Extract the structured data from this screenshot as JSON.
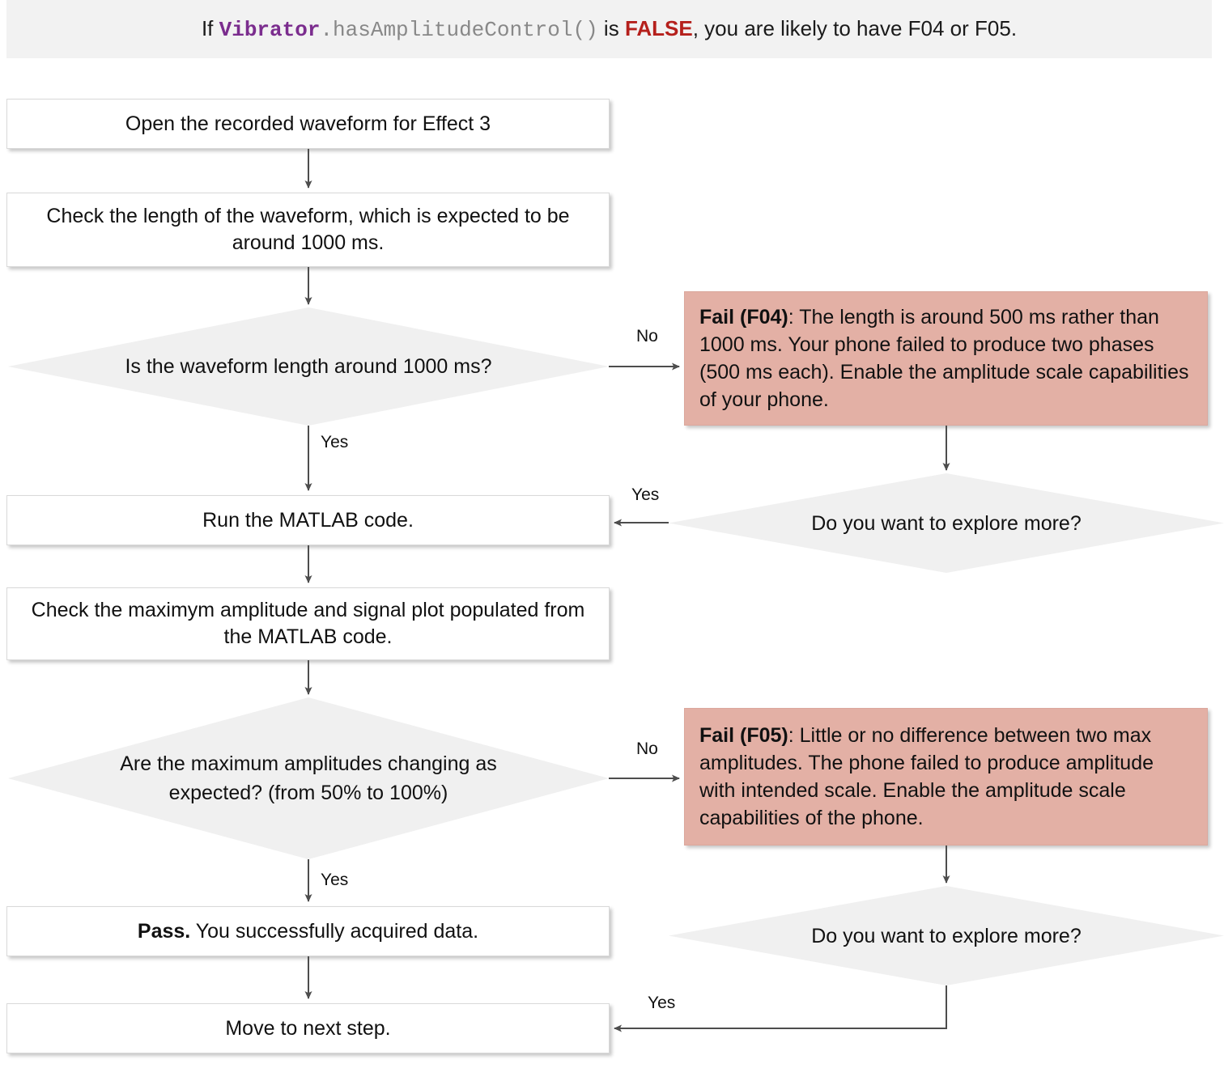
{
  "header": {
    "prefix": "If ",
    "class_name": "Vibrator",
    "method": ".hasAmplitudeControl()",
    "middle": " is ",
    "false_word": "FALSE",
    "suffix": ", you are likely to have F04 or F05.",
    "bg_color": "#f2f2f2",
    "class_color": "#7b2d8e",
    "method_color": "#888888",
    "false_color": "#b5201c"
  },
  "flow": {
    "nodes": {
      "open_waveform": {
        "text": "Open the recorded waveform for Effect 3",
        "type": "process"
      },
      "check_length": {
        "text": "Check the length of the waveform, which is expected to be around 1000 ms.",
        "type": "process"
      },
      "decision_length": {
        "text": "Is the waveform length around 1000 ms?",
        "type": "decision"
      },
      "run_matlab": {
        "text": "Run the MATLAB code.",
        "type": "process"
      },
      "check_amplitude": {
        "text": "Check the maximym amplitude and signal plot populated from the MATLAB code.",
        "type": "process"
      },
      "decision_amplitude": {
        "text": "Are the maximum amplitudes changing as expected? (from 50% to 100%)",
        "type": "decision"
      },
      "pass_node": {
        "bold": "Pass.",
        "rest": " You successfully acquired data.",
        "type": "process"
      },
      "move_next": {
        "text": "Move to next step.",
        "type": "process"
      },
      "fail_f04": {
        "bold": "Fail (F04)",
        "rest": ": The length is around 500 ms rather than 1000 ms. Your phone failed to produce two phases (500 ms each). Enable the amplitude scale capabilities of your phone.",
        "type": "fail",
        "color": "#e3b0a5"
      },
      "fail_f05": {
        "bold": "Fail (F05)",
        "rest": ": Little or no difference between two max amplitudes. The phone failed to produce amplitude with intended scale. Enable the amplitude scale capabilities of the phone.",
        "type": "fail",
        "color": "#e3b0a5"
      },
      "explore_top": {
        "text": "Do you want to explore more?",
        "type": "decision"
      },
      "explore_bottom": {
        "text": "Do you want to explore more?",
        "type": "decision"
      }
    },
    "edge_labels": {
      "length_no": "No",
      "length_yes": "Yes",
      "explore_top_yes": "Yes",
      "amplitude_no": "No",
      "amplitude_yes": "Yes",
      "explore_bottom_yes": "Yes"
    }
  }
}
